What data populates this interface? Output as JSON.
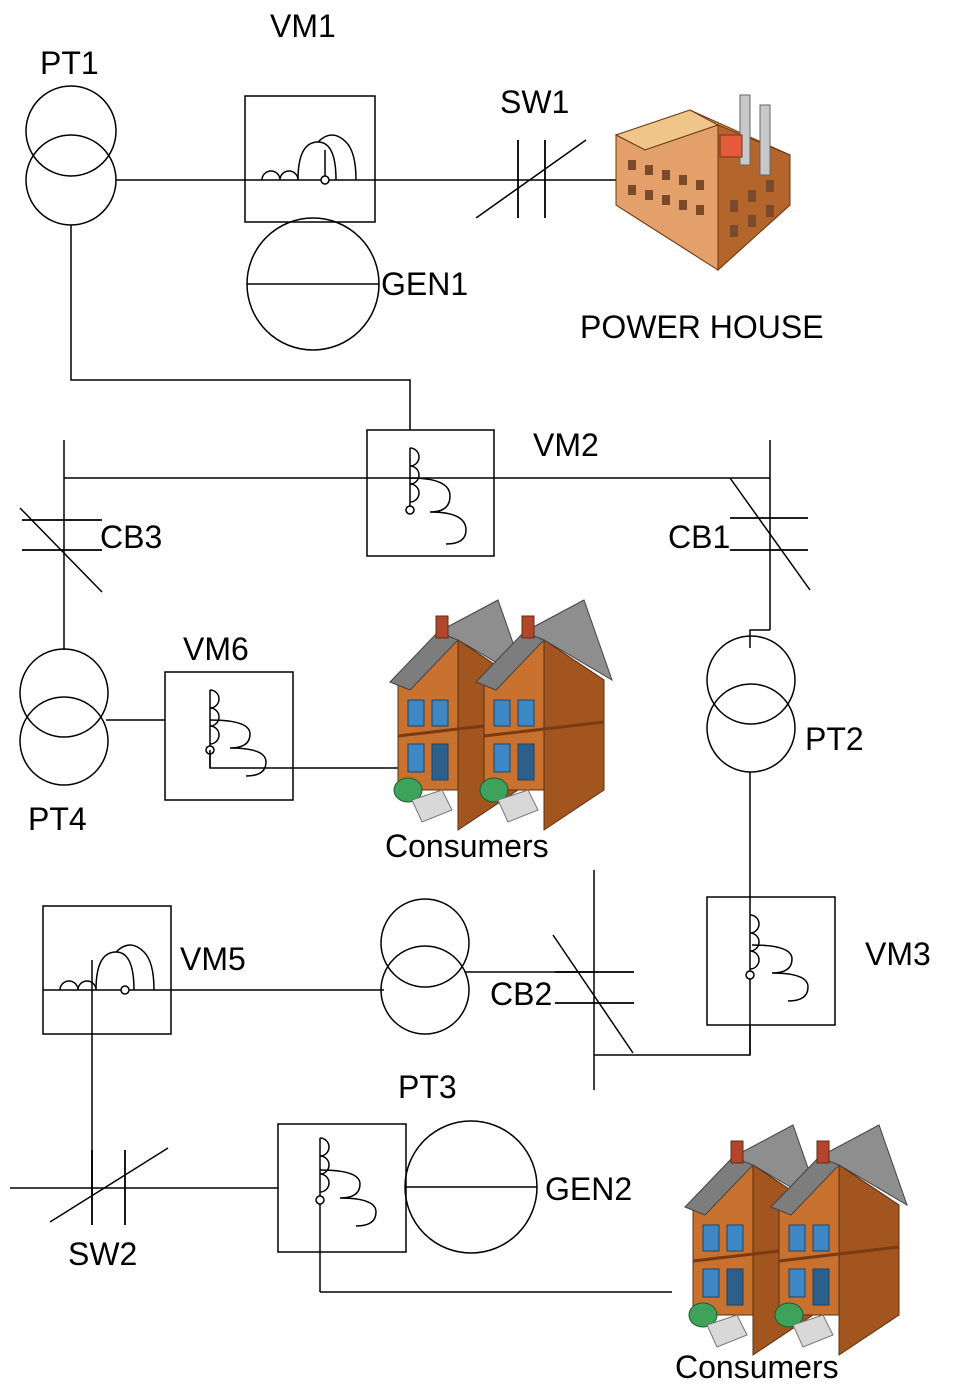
{
  "labels": {
    "pt1": "PT1",
    "vm1": "VM1",
    "sw1": "SW1",
    "gen1": "GEN1",
    "power_house": "POWER HOUSE",
    "vm2": "VM2",
    "cb3": "CB3",
    "cb1": "CB1",
    "vm6": "VM6",
    "pt2": "PT2",
    "pt4": "PT4",
    "consumers_top": "Consumers",
    "vm5": "VM5",
    "vm3": "VM3",
    "cb2": "CB2",
    "pt3": "PT3",
    "gen2": "GEN2",
    "sw2": "SW2",
    "consumers_bottom": "Consumers"
  },
  "colors": {
    "line": "#000000",
    "background": "#ffffff",
    "brick": "#c9712e",
    "roof": "#7d7d7d",
    "window": "#3d87c4",
    "shrub": "#3ea35a",
    "factory_wall": "#d98a4a",
    "factory_light": "#f0c58a"
  }
}
